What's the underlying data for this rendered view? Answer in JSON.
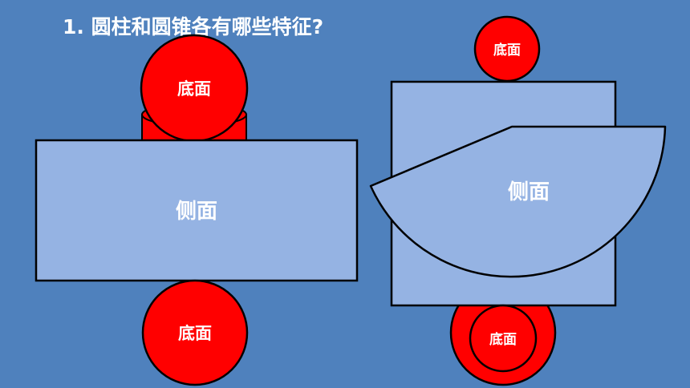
{
  "slide": {
    "title": "1.  圆柱和圆锥各有哪些特征?",
    "cylinder": {
      "top_base_label": "底面",
      "side_label": "侧面",
      "bottom_base_label": "底面"
    },
    "cone": {
      "top_base_label": "底面",
      "side_label": "侧面",
      "bottom_base_label": "底面"
    },
    "colors": {
      "background": "#4f81bd",
      "face_fill": "#95b3e3",
      "base_fill": "#ff0000",
      "stroke": "#000000",
      "text": "#ffffff"
    }
  }
}
